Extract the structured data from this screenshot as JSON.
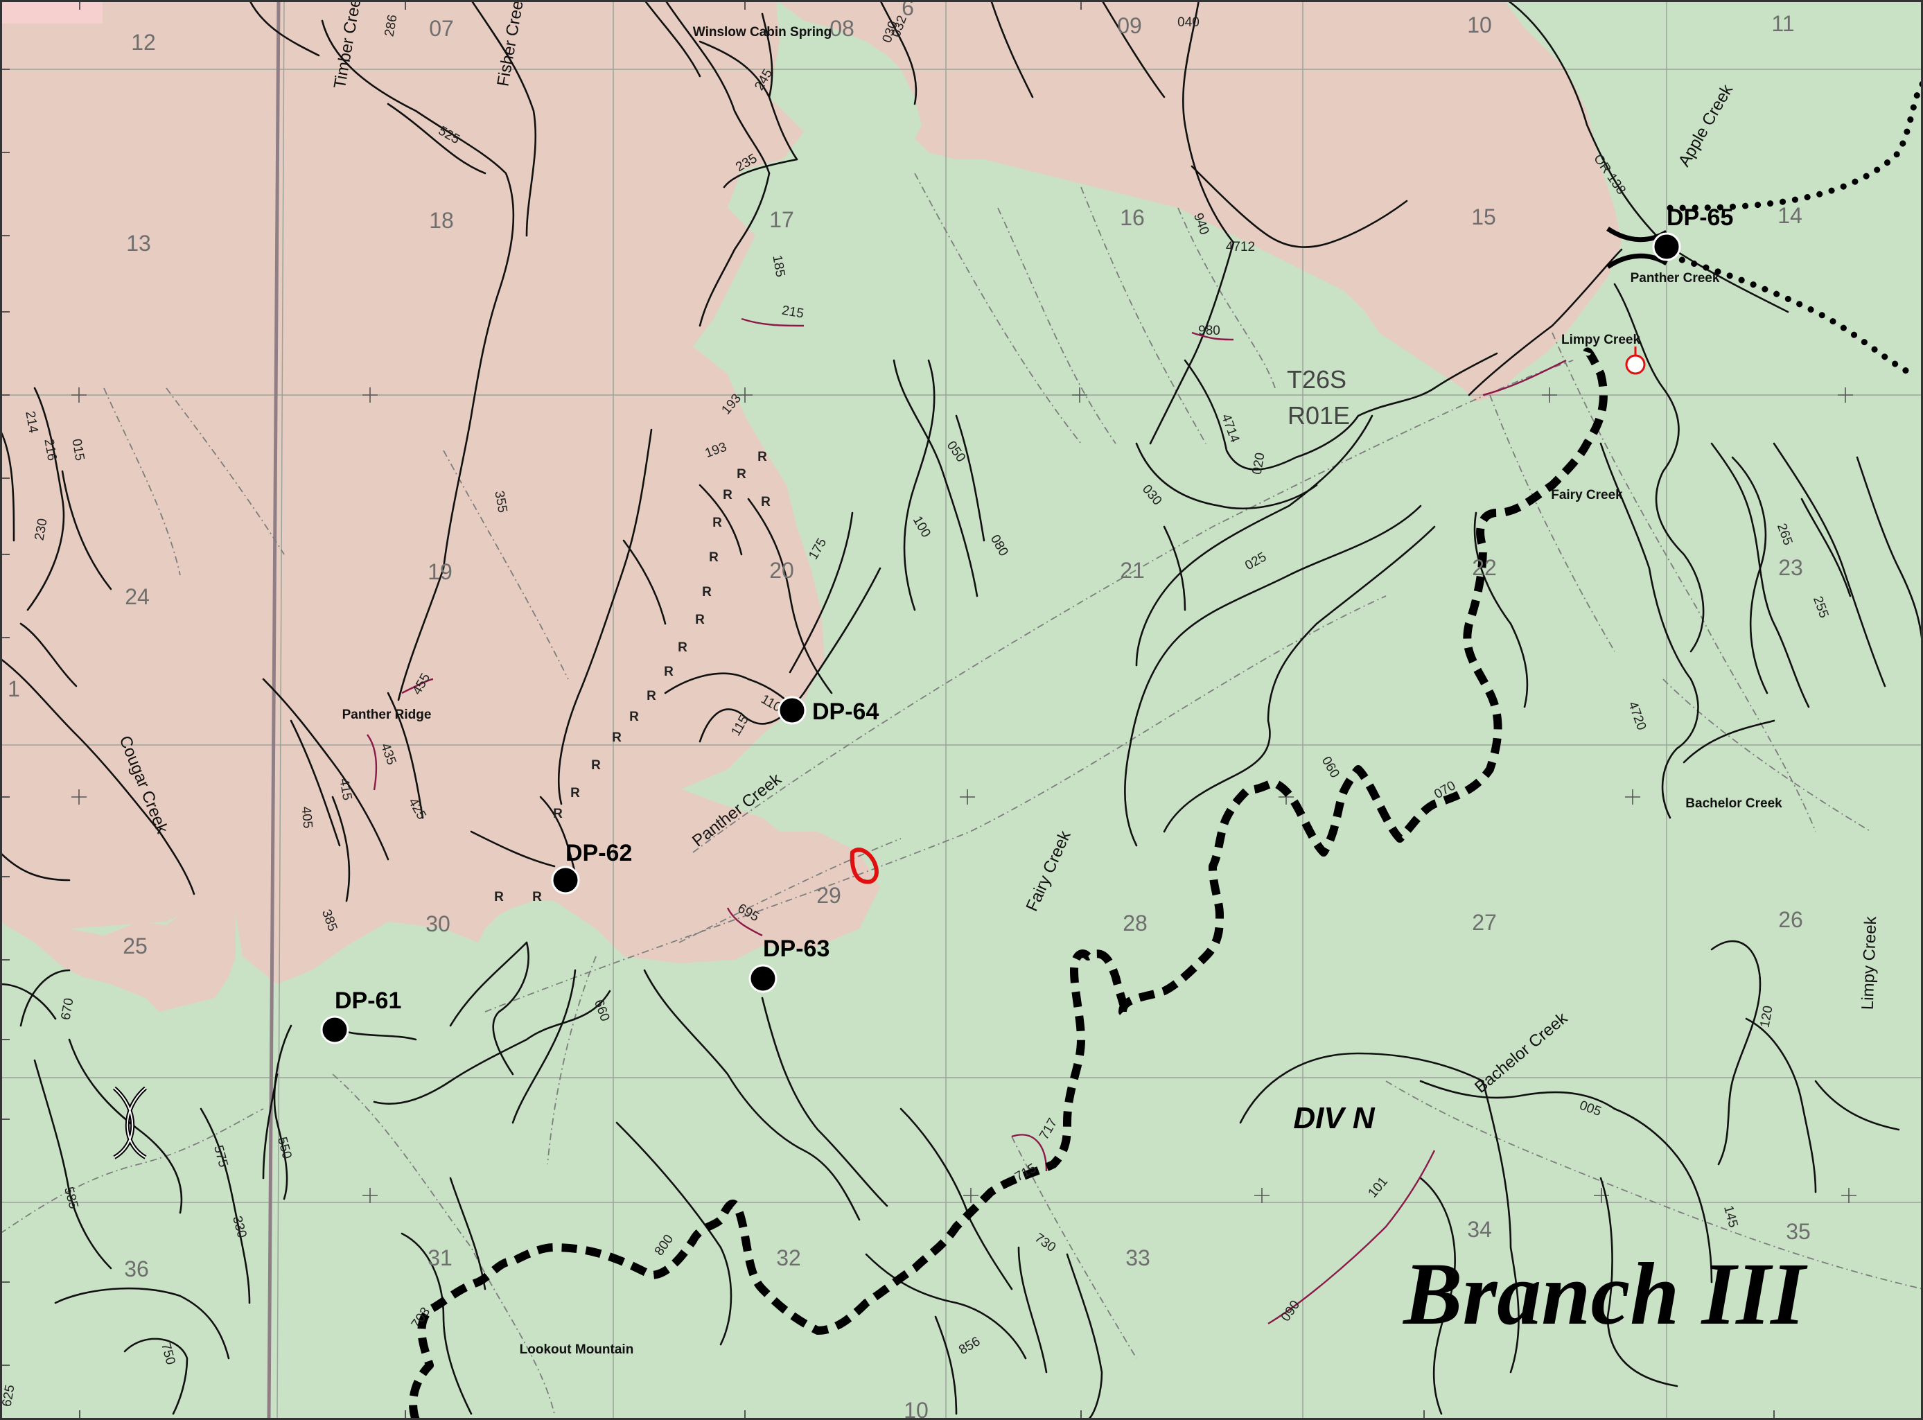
{
  "map": {
    "title": "Branch III",
    "division_label": "DIV N",
    "township_range": [
      "T26S",
      "R01E"
    ],
    "colors": {
      "private_land": "#e7cdc1",
      "forest_land": "#c9e2c6",
      "border_pink": "#f6cfcf",
      "fire_perimeter": "#000000",
      "spot_fire": "#e01010",
      "roads": "#111111",
      "maroon_roads": "#8b1a4a"
    },
    "margin_labels": [
      "6",
      "10",
      "1"
    ]
  },
  "sections": [
    "12",
    "07",
    "08",
    "09",
    "10",
    "11",
    "13",
    "18",
    "17",
    "16",
    "15",
    "14",
    "24",
    "19",
    "20",
    "21",
    "22",
    "23",
    "25",
    "30",
    "29",
    "28",
    "27",
    "26",
    "36",
    "31",
    "32",
    "33",
    "34",
    "35"
  ],
  "drop_points": [
    {
      "id": "DP-61"
    },
    {
      "id": "DP-62"
    },
    {
      "id": "DP-63"
    },
    {
      "id": "DP-64"
    },
    {
      "id": "DP-65"
    }
  ],
  "creeks": [
    "Timber Creek",
    "Fisher Creek",
    "Apple Creek",
    "Cougar Creek",
    "Panther Creek",
    "Fairy Creek",
    "Bachelor Creek",
    "Limpy Creek",
    "Panther Creek",
    "Limpy Creek",
    "Fairy Creek",
    "Bachelor Creek"
  ],
  "places": [
    "Winslow Cabin Spring",
    "Panther Ridge",
    "Lookout Mountain"
  ],
  "roads": [
    "286",
    "032",
    "030",
    "040",
    "525",
    "245",
    "235",
    "185",
    "215",
    "940",
    "4712",
    "980",
    "193",
    "193",
    "050",
    "100",
    "080",
    "4714",
    "030",
    "020",
    "025",
    "265",
    "255",
    "4720",
    "175",
    "110",
    "115",
    "355",
    "455",
    "435",
    "425",
    "415",
    "405",
    "385",
    "695",
    "660",
    "670",
    "060",
    "070",
    "550",
    "575",
    "585",
    "330",
    "750",
    "717",
    "715",
    "730",
    "800",
    "703",
    "856",
    "101",
    "090",
    "005",
    "145",
    "120",
    "214",
    "216",
    "015",
    "230",
    "OR 138",
    "625"
  ]
}
